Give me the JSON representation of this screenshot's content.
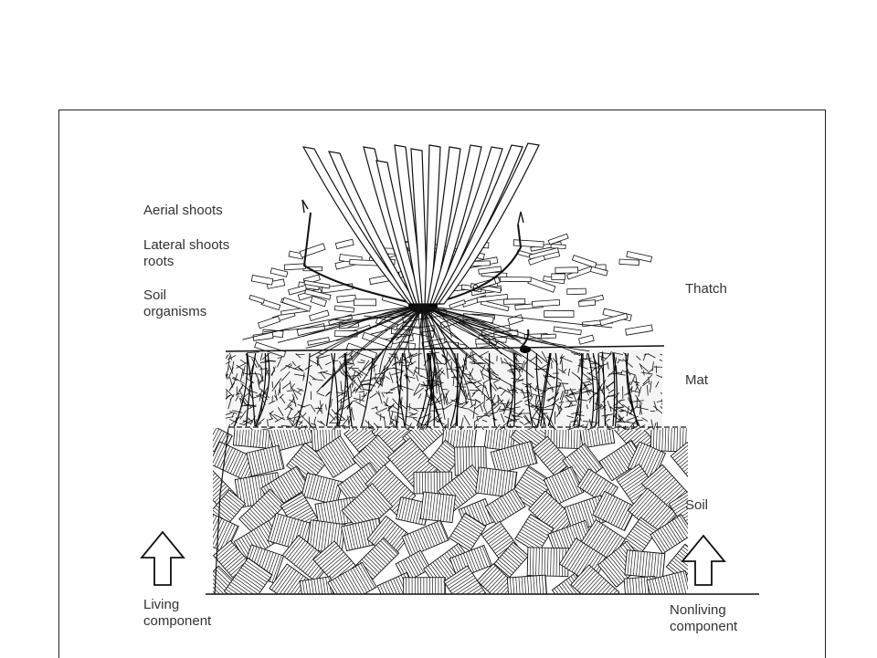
{
  "labels": {
    "aerial_shoots": "Aerial shoots",
    "lateral_shoots_line1": "Lateral shoots",
    "lateral_shoots_line2": "roots",
    "soil_organisms_line1": "Soil",
    "soil_organisms_line2": "organisms",
    "thatch": "Thatch",
    "mat": "Mat",
    "soil": "Soil",
    "living_line1": "Living",
    "living_line2": "component",
    "nonliving_line1": "Nonliving",
    "nonliving_line2": "component"
  },
  "icons": [
    "arrow-up-icon",
    "arrow-up-icon"
  ],
  "colors": {
    "ink": "#111111",
    "label": "#333333",
    "background": "#ffffff"
  }
}
